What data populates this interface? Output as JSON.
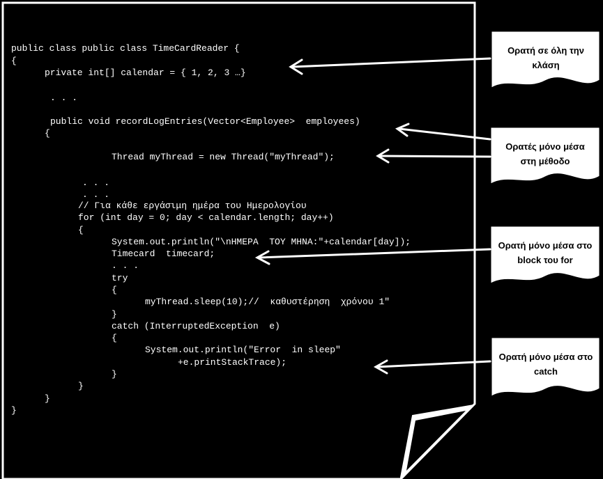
{
  "colors": {
    "background": "#000000",
    "foreground": "#ffffff",
    "note_text": "#000000"
  },
  "code_lines": [
    "public class public class TimeCardReader {",
    "{",
    "private int[] calendar = { 1, 2, 3 …}",
    ". . .",
    "public void recordLogEntries(Vector<Employee>  employees)",
    "{",
    "Thread myThread = new Thread(\"myThread\");",
    ". . .",
    ". . .",
    "// Για κάθε εργάσιμη ημέρα του Ημερολογίου",
    "for (int day = 0; day < calendar.length; day++)",
    "{",
    "System.out.println(\"\\nΗΜΕΡΑ  ΤΟΥ ΜΗΝΑ:\"+calendar[day]);",
    "Timecard  timecard;",
    ". . .",
    "try",
    "{",
    "myThread.sleep(10);//  καθυστέρηση  χρόνου 1″",
    "}",
    "catch (InterruptedException  e)",
    "{",
    "System.out.println(\"Error  in sleep\"",
    "+e.printStackTrace);",
    "}",
    "}",
    "}",
    "}"
  ],
  "notes": [
    "Ορατή σε όλη την κλάση",
    "Ορατές μόνο μέσα στη μέθοδο",
    "Ορατή μόνο μέσα στο block του for",
    "Ορατή μόνο μέσα στο catch"
  ]
}
